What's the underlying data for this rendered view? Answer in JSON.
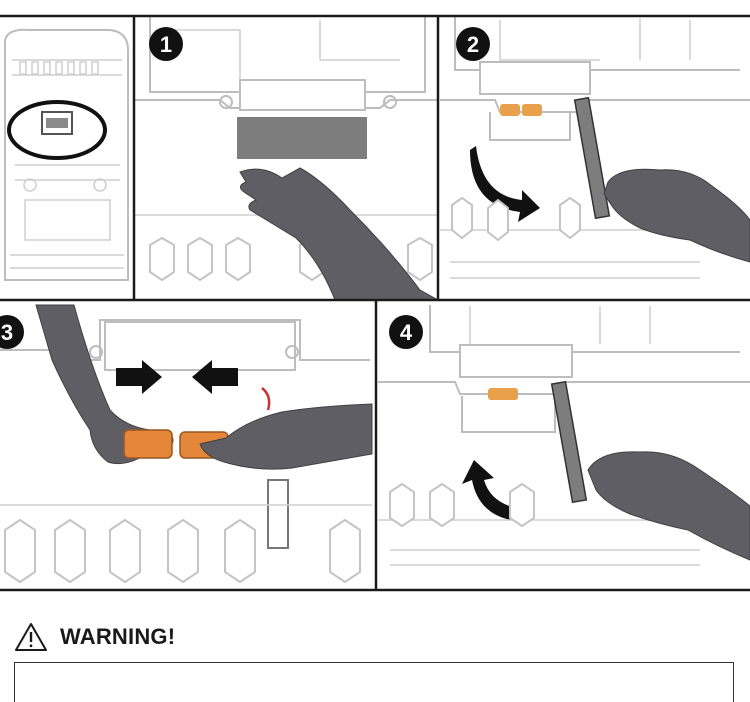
{
  "steps": [
    {
      "number": "1"
    },
    {
      "number": "2"
    },
    {
      "number": "3"
    },
    {
      "number": "4"
    }
  ],
  "warning": {
    "title": "WARNING!",
    "icon": "warning-triangle-icon"
  },
  "colors": {
    "hand": "#5e5e64",
    "connector": "#e5873a",
    "arrow": "#111111",
    "grey_block": "#7d7d7d"
  }
}
